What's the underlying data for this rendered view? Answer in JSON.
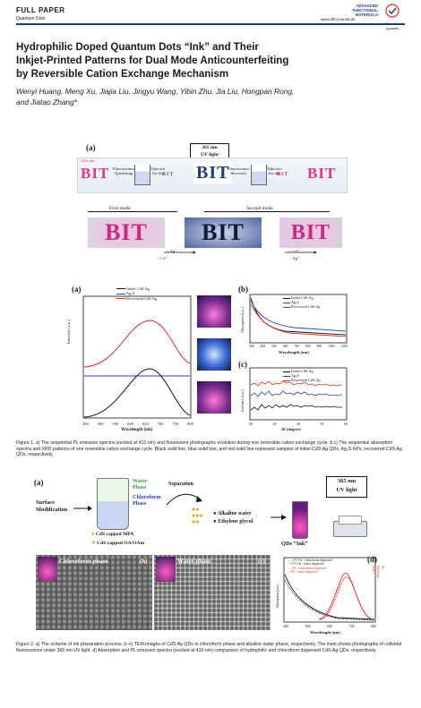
{
  "header": {
    "section": "FULL PAPER",
    "topic": "Quantum Dots",
    "journal_logo_lines": [
      "ADVANCED",
      "FUNCTIONAL",
      "MATERIALS"
    ],
    "url": "www.afm-journal.de",
    "check_updates": [
      "Check for",
      "updates"
    ]
  },
  "article": {
    "title_lines": [
      "Hydrophilic Doped Quantum Dots “Ink” and Their",
      "Inkjet-Printed Patterns for Dual Mode Anticounterfeiting",
      "by Reversible Cation Exchange Mechanism"
    ],
    "author_lines": [
      "Wenyi Huang, Meng Xu, Jiajia Liu, Jingyu Wang, Yibin Zhu, Jia Liu, Hongpan Rong,",
      "and Jiatao Zhang*"
    ]
  },
  "figure1": {
    "panel_a": {
      "label": "(a)",
      "uv_box": [
        "365 nm",
        "UV light"
      ],
      "qds_ink": "QDs ink",
      "bit": "BIT",
      "steps": [
        [
          "Fluorescence",
          "Quenching"
        ],
        [
          "Take out",
          "Air dry"
        ],
        [
          "Fluorescence",
          "Recovery"
        ],
        [
          "Take out",
          "Air dry"
        ]
      ],
      "first_mode": "First mode",
      "second_mode": "Second mode",
      "ions_left": [
        "+ Ag⁺",
        "- Cd²⁺"
      ],
      "ions_right": [
        "+ Cd²⁺",
        "- Ag⁺"
      ]
    },
    "panel_b_left": {
      "label": "(a)",
      "legend": [
        "Initial CdS:Ag",
        "Ag₂S",
        "Recovered CdS:Ag"
      ],
      "ylabel": "Intensity (a.u.)",
      "xlabel": "Wavelength (nm)",
      "xticks": [
        "450",
        "500",
        "550",
        "600",
        "650",
        "700",
        "750",
        "800"
      ]
    },
    "panel_b_right": {
      "label": "(b)",
      "legend": [
        "Initial CdS:Ag",
        "Ag₂S",
        "Recovered CdS:Ag"
      ],
      "ylabel": "Absorption (a.u.)",
      "xlabel": "Wavelength (nm)",
      "xticks": [
        "300",
        "400",
        "500",
        "600",
        "700",
        "800",
        "900",
        "1000",
        "1100"
      ]
    },
    "panel_c": {
      "label": "(c)",
      "legend": [
        "Initial CdS:Ag",
        "Ag₂S",
        "Recovered CdS:Ag"
      ],
      "ylabel": "Intensity (a.u.)",
      "xlabel": "2θ (degree)",
      "xticks": [
        "20",
        "30",
        "40",
        "50",
        "60"
      ]
    },
    "caption": "Figure 1. a) The sequential PL emission spectra (excited at 410 nm) and fluorescent photographs evolution during one reversible cation exchange cycle. b,c) The sequential absorption spectra and XRD patterns of one reversible cation exchange cycle. Black solid line, blue solid line, and red solid line represent samples of initial CdS:Ag QDs, Ag₂S NPs, recovered CdS:Ag QDs, respectively."
  },
  "figure2": {
    "panel_a": {
      "label": "(a)",
      "surface_mod": [
        "Surface",
        "Modification"
      ],
      "water_phase": [
        "Water",
        "Phase"
      ],
      "chloroform_phase": [
        "Chloroform",
        "Phase"
      ],
      "legend_mpa": "CdS capped MPA",
      "legend_oa": "CdS capped OA/OAm",
      "separation": "Separation",
      "alkaline": "Alkaline water",
      "ethylene": "Ethylene glycol",
      "uv_box": [
        "365 nm",
        "UV light"
      ],
      "qds_ink": "QDs “Ink”"
    },
    "panel_b": {
      "label": "(b)",
      "text": "Chloroform phase"
    },
    "panel_c": {
      "label": "(c)",
      "text": "Water phase"
    },
    "panel_d": {
      "label": "(d)",
      "legend": [
        "UV-Vis / chloroform dispersed",
        "UV-Vis / water dispersed",
        "PL / chloroform dispersed",
        "PL / water dispersed"
      ],
      "ylabel_left": "Absorption (a.u.)",
      "ylabel_right": "PL Intensity (a.u.)",
      "xlabel": "Wavelength (nm)",
      "xticks": [
        "400",
        "500",
        "600",
        "700",
        "800"
      ]
    },
    "caption": "Figure 2. a) The scheme of ink preparation process. b–c) TEM images of CdS:Ag QDs in chloroform phase and alkaline water phase, respectively. The inset shows photographs of colloidal fluorescence under 365 nm UV light. d) Absorption and PL emission spectra (excited at 410 nm) comparison of hydrophilic and chloroform dispersed CdS:Ag QDs, respectively."
  },
  "colors": {
    "journal_blue": "#1f3f7a",
    "pink": "#e2358a",
    "red": "#d9302a",
    "blue": "#2a3fbf",
    "black": "#111111"
  }
}
